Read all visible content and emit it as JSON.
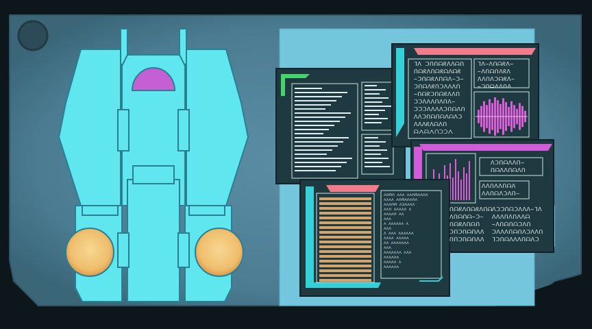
{
  "colors": {
    "frame_dark": "#0f1a1e",
    "screen_blue": "#4f8298",
    "ship_cyan": "#5fe6ef",
    "ship_outline": "#2a7f93",
    "dome_magenta": "#c45fd4",
    "thruster_orange": "#f2c57a",
    "doc_light_blue": "#73c6dc",
    "window_dark": "#1e3940",
    "accent_green": "#47d36b",
    "accent_pink": "#f07c8c",
    "accent_magenta": "#d15cd8",
    "accent_cyan": "#35d0d8",
    "bar_orange": "#d6a46a"
  },
  "icons": {
    "camera": "camera-lens-icon",
    "ship": "spacecraft-blueprint-icon",
    "doc": "data-document-icon"
  },
  "windows": {
    "back_left": {
      "lines_left": [
        "",
        "",
        "",
        "",
        "",
        "",
        "",
        "",
        "",
        "",
        "",
        "",
        "",
        "",
        "",
        "",
        "",
        "",
        "",
        "",
        ""
      ],
      "lines_right": [
        "",
        "",
        "",
        "",
        "",
        "",
        "",
        "",
        "",
        "",
        ""
      ]
    },
    "top_right": {
      "lines_left": [
        "ᒣᐱ ᑐᑎᑎᗩᖇᐱᐱᗩᑎ",
        "ᑎᗩᖇᐱᑎᗩᖇᗩᐱᗩᖇ",
        "~ᑐᑎᗩᖇᐱᑎᗩᐱ~ᑐ~",
        "ᑐᑎᗩᐱᖇᑎᑐᐱᐱᐱᑎ",
        "~ᑎᗩᖇᑐᑎᗩᖇᐱᐱᑎ",
        "ᑐᑐᐱᐱᐱᑎᐱᑎᐱ~",
        "ᑐᑐᑐᐱᐱᐱᐱᑐᑎᗩᐱᑎ",
        "ᐱᐱᑐᑎᗩᑎᗩᐱᗩᐱᑐ",
        "ᐱᐱᐱᖇᐱᗩᐱᑎ",
        "ᗩᐱᗩᐱᑎᑐᑐᐱ"
      ],
      "lines_right": [
        "ᒣᐱ~ᐱᑎᗩᖇᐱ~",
        "~ᐱᑎᗩᑎᐱᖇᐱ",
        "ᐱᐱᑎᐱᑐᗩᖇᐱ~",
        "~ᑐᑎᗩᐱᐱᑎᐱ"
      ]
    },
    "mid_right": {
      "lines_top": [
        "ᐱᑐᑎᗩᐱᐱᑎ~",
        "ᑎᗩᐱᐱᑎᗩᐱᑎ"
      ],
      "lines_mid": [
        "ᐱᐱᑎᐱᐱᑎᗩᐱ",
        "ᐱᐱᑎᗩᐱᑐᐱᑎ~"
      ],
      "lines_bottom_left": [
        "ᑎᗩᖇᐱᑎᗩᖇᐱᑎᗩ",
        "ᐱᑎᗩᑎᗩ~ᑐ~",
        "ᑎᗩᖇᐱᑎᗩᑎ",
        "ᑐᑎᑐᑎᗩᑎᐱᐱ",
        "ᑎᑎᑐᑎᗩᑎᐱᐱ"
      ],
      "lines_bottom_right": [
        "ᐱᑐᑐᑎᗩᑐᐱᐱᐱ~ᒣᐱ",
        "ᐱᐱᐱᑎᐱᑎᐱᐱᗩ",
        "~ᐱᑎᗩᑎᗩᑐᐱᑎ",
        "ᑐᐱᐱᐱᑎᗩᑎᐱᑐᐱᐱᑎ",
        "ᒣᑐᑎᗩᐱᐱᐱᑎᗩᐱᑐ"
      ]
    },
    "front": {
      "lines": [
        "ᐱᑎᗩᑎ ᐱᐱᐱ ᐱᐱᑎᗩᐱᐱᑎᐱ",
        "ᐱᐱᐱᐱ ᐱᑎᗩᐱᑎᐱᑎᐱ",
        "ᐱᐱᐱᑎᗩ ᐱᑐᐱᐱᐱᐱ",
        "ᐱᐱᑎ ᐱᐱᐱᐱᐱ ᐱ",
        "ᐱᐱᐱᐱᑎ ᐱᐱ",
        "ᐱᐱᐱ",
        "ᐱ ᐱᐱᐱᐱᐱᐱ ᐱ",
        "ᐱᐱᐱ",
        "ᐱ ᐱᐱᐱ ᐱᐱᐱᐱᐱᐱ",
        "ᐱᐱᐱᐱ ᐱᐱᐱᐱᐱ",
        "ᐱᐱ ᐱᐱᐱᐱᐱᐱᐱ",
        "ᐱᐱᐱ",
        "ᐱᐱᐱᐱᐱᐱᐱ ᐱᐱᐱ",
        "ᐱᐱᐱᐱᐱᐱ",
        "ᐱᐱᐱᐱᐱ ᐱ",
        "ᐱᐱᐱᐱᐱᐱ"
      ]
    }
  },
  "bars": {
    "top_right_waveform": [
      0.35,
      0.55,
      0.8,
      0.6,
      0.9,
      0.7,
      1.0,
      0.85,
      0.65,
      0.95,
      0.75,
      0.5,
      0.8,
      0.6,
      0.4,
      0.7,
      0.55,
      0.3
    ],
    "mid_right_waveform": [
      0.5,
      0.75,
      0.3,
      0.65,
      0.45,
      0.85,
      0.6,
      0.9,
      0.55,
      1.0,
      0.7,
      0.5,
      0.8,
      0.65,
      0.95
    ],
    "front_stack": [
      1,
      1,
      1,
      1,
      1,
      1,
      1,
      1,
      1,
      1,
      1,
      1,
      1,
      1,
      1,
      1,
      1,
      1
    ]
  }
}
